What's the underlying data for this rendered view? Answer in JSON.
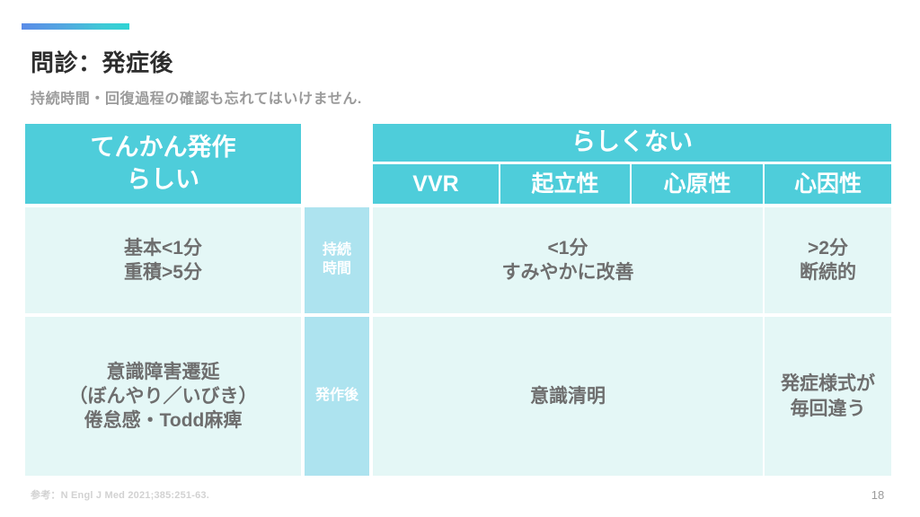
{
  "slide": {
    "title": "問診：発症後",
    "subtitle": "持続時間・回復過程の確認も忘れてはいけません.",
    "page_number": "18",
    "reference": "参考：N Engl J Med 2021;385:251-63.",
    "accent_gradient_from": "#5b8ce8",
    "accent_gradient_to": "#2fd4d4"
  },
  "table": {
    "colors": {
      "header_fill": "#4ecdda",
      "header_text": "#ffffff",
      "body_fill": "#e4f7f6",
      "body_text": "#6e6e6e",
      "mid_label_fill": "#ade3ef",
      "mid_label_text": "#ffffff"
    },
    "headers": {
      "likely": "てんかん発作\nらしい",
      "likely_line1": "てんかん発作",
      "likely_line2": "らしい",
      "unlikely_group": "らしくない",
      "unlikely_columns": [
        "VVR",
        "起立性",
        "心原性",
        "心因性"
      ]
    },
    "rows": [
      {
        "mid_label_line1": "持続",
        "mid_label_line2": "時間",
        "likely_line1": "基本<1分",
        "likely_line2": "重積>5分",
        "unlikely_span_line1": "<1分",
        "unlikely_span_line2": "すみやかに改善",
        "psychogenic_line1": ">2分",
        "psychogenic_line2": "断続的"
      },
      {
        "mid_label_line1": "発作後",
        "mid_label_line2": "",
        "likely_line1": "意識障害遷延",
        "likely_line2": "（ぼんやり／いびき）",
        "likely_line3": "倦怠感・Todd麻痺",
        "unlikely_span_line1": "意識清明",
        "psychogenic_line1": "発症様式が",
        "psychogenic_line2": "毎回違う"
      }
    ]
  }
}
